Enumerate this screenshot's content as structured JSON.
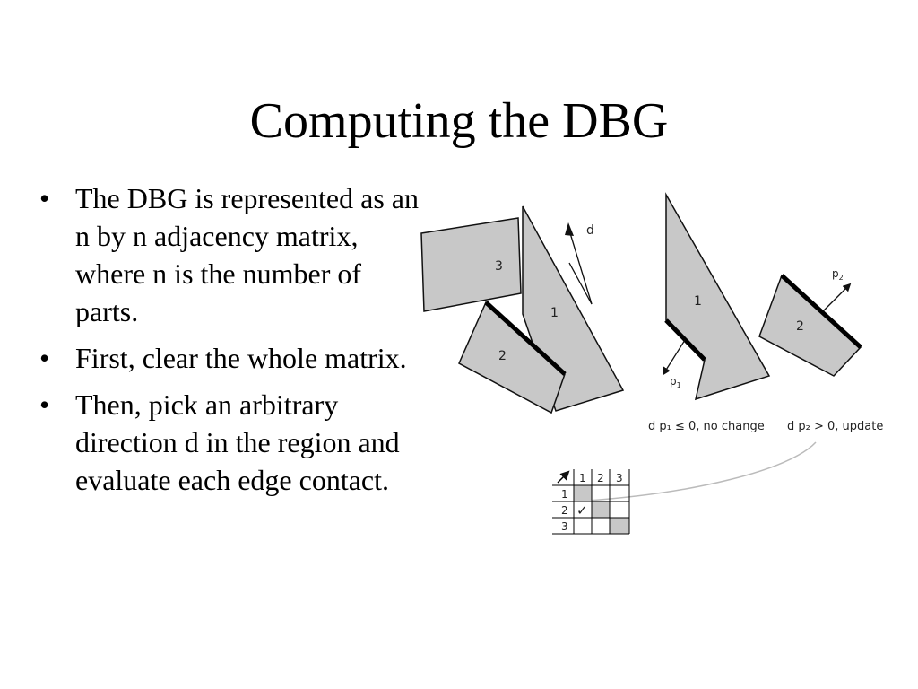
{
  "slide": {
    "title": "Computing the DBG",
    "bullets": [
      {
        "bullet_glyph": "•",
        "text": "The DBG is represented as an n by n adjacency matrix, where n is the number of parts."
      },
      {
        "bullet_glyph": "•",
        "text": "First, clear the whole matrix."
      },
      {
        "bullet_glyph": "•",
        "text": "Then, pick an arbitrary direction d in the region and evaluate each edge contact."
      }
    ]
  },
  "figure": {
    "left": {
      "part1_label": "1",
      "part2_label": "2",
      "part3_label": "3",
      "direction_label": "d"
    },
    "right": {
      "part1_label": "1",
      "part2_label": "2",
      "p1_label": "p",
      "p1_sub": "1",
      "p2_label": "p",
      "p2_sub": "2"
    },
    "captions": {
      "left": "d p₁ ≤ 0, no change",
      "right": "d p₂ > 0, update"
    },
    "matrix": {
      "col_headers": [
        "1",
        "2",
        "3"
      ],
      "row_headers": [
        "1",
        "2",
        "3"
      ],
      "check_glyph": "✓",
      "colors": {
        "shaded": "#c8c8c8",
        "grid": "#000000"
      }
    }
  }
}
